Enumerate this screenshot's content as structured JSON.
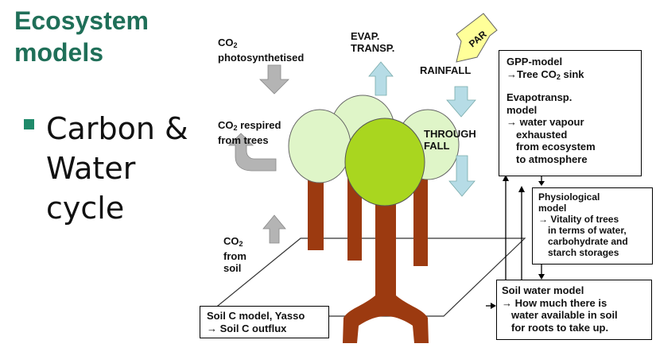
{
  "title_line1": "Ecosystem",
  "title_line2": "models",
  "bullet_line1": "Carbon &",
  "bullet_line2": "Water",
  "bullet_line3": "cycle",
  "labels": {
    "co2_photo_a": "CO",
    "co2_photo_sub": "2",
    "co2_photo_b": "photosynthetised",
    "evap_a": "EVAP.",
    "evap_b": "TRANSP.",
    "par": "PAR",
    "rainfall": "RAINFALL",
    "co2_resp_a": "CO",
    "co2_resp_sub": "2",
    "co2_resp_b": " respired",
    "co2_resp_c": "from trees",
    "through_a": "THROUGH",
    "through_b": "FALL",
    "soil_a": "CO",
    "soil_sub": "2",
    "soil_b": "from",
    "soil_c": "soil"
  },
  "gpp_box": {
    "line1": "GPP-model",
    "line2a": "→Tree CO",
    "line2sub": "2",
    "line2b": " sink",
    "line3": "Evapotransp.",
    "line4": "model",
    "line5": "→ water vapour",
    "line6": "exhausted",
    "line7": "from ecosystem",
    "line8": "to atmosphere"
  },
  "phys_box": {
    "line1": "Physiological",
    "line2": "model",
    "line3": "→ Vitality of trees",
    "line4": "in terms of water,",
    "line5": "carbohydrate and",
    "line6": "starch storages"
  },
  "soilwater_box": {
    "line1": "Soil water model",
    "line2": "→ How much there is",
    "line3": "water available in soil",
    "line4": "for roots to take up."
  },
  "yasso_box": {
    "line1": "Soil C model, Yasso",
    "line2": "→ Soil C outflux"
  },
  "colors": {
    "title": "#1f6f58",
    "bullet": "#1f8a6a",
    "trunk": "#9c3a10",
    "crown_light": "#dff5c8",
    "crown_dark": "#a9d61f",
    "arrow_grey": "#b4b4b4",
    "arrow_blue": "#b6dce6",
    "par_yellow": "#ffff99"
  }
}
